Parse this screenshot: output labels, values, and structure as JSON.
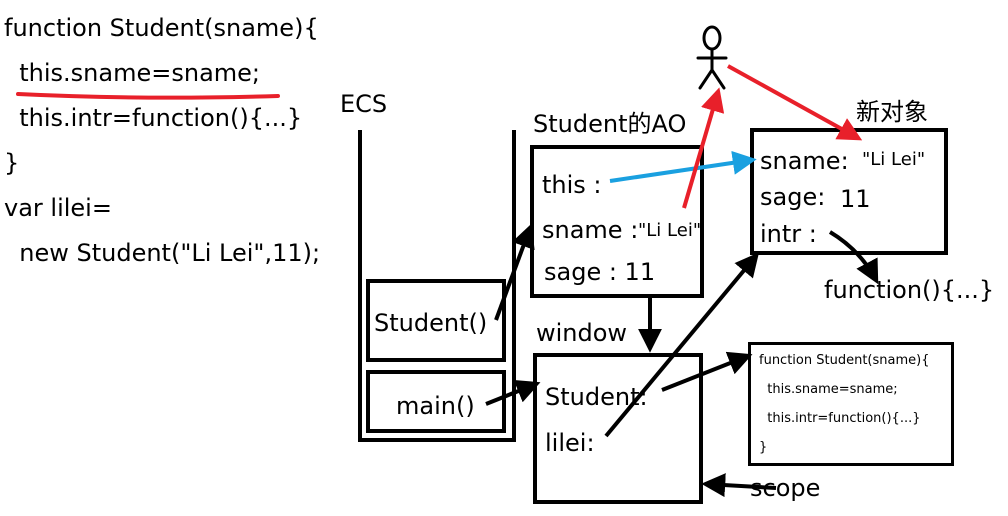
{
  "code": {
    "lines": [
      "function Student(sname){",
      "  this.sname=sname;",
      "  this.intr=function(){...}",
      "}",
      "var lilei=",
      "  new Student(\"Li Lei\",11);"
    ]
  },
  "ecs": {
    "label": "ECS",
    "frames": [
      "Student()",
      "main()"
    ]
  },
  "ao": {
    "title": "Student的AO",
    "this_label": "this :",
    "sname_label": "sname :",
    "sname_value": "\"Li Lei\"",
    "sage_label": "sage : 11"
  },
  "window": {
    "title": "window",
    "student_label": "Student:",
    "lilei_label": "lilei:"
  },
  "new_object": {
    "title": "新对象",
    "sname_label": "sname:",
    "sname_value": "\"Li Lei\"",
    "sage_label": "sage:",
    "sage_value": "11",
    "intr_label": "intr :"
  },
  "intr_func": "function(){...}",
  "func_def": {
    "lines": [
      "function Student(sname){",
      "  this.sname=sname;",
      "  this.intr=function(){...}",
      "}"
    ]
  },
  "scope_label": "scope",
  "colors": {
    "ink": "#000000",
    "red": "#e8202a",
    "blue": "#1aa0e0"
  }
}
